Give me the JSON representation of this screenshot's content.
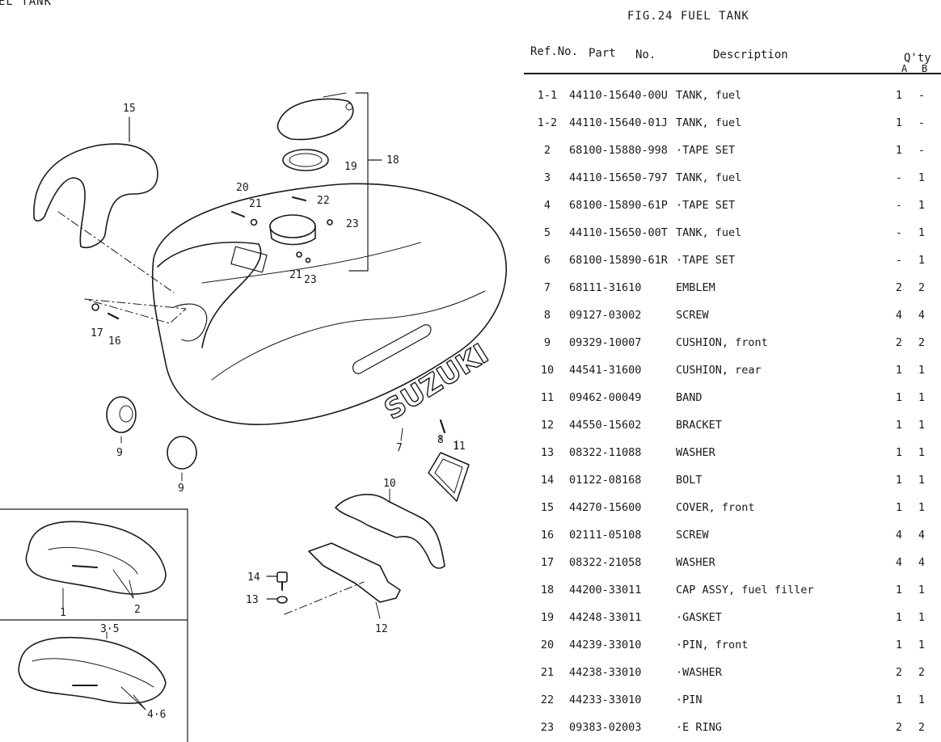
{
  "header": {
    "page_title_fragment": "EL TANK",
    "figure_title": "FIG.24  FUEL TANK"
  },
  "table": {
    "columns": {
      "ref": "Ref.No.",
      "part": "Part",
      "no": "No.",
      "description": "Description",
      "qty": "Q'ty",
      "qty_a": "A",
      "qty_b": "B"
    },
    "rows": [
      {
        "ref": "1-1",
        "part": "44110-15640-00U",
        "desc": "TANK, fuel",
        "a": "1",
        "b": "-"
      },
      {
        "ref": "1-2",
        "part": "44110-15640-01J",
        "desc": "TANK, fuel",
        "a": "1",
        "b": "-"
      },
      {
        "ref": "2",
        "part": "68100-15880-998",
        "desc": "·TAPE SET",
        "a": "1",
        "b": "-"
      },
      {
        "ref": "3",
        "part": "44110-15650-797",
        "desc": "TANK, fuel",
        "a": "-",
        "b": "1"
      },
      {
        "ref": "4",
        "part": "68100-15890-61P",
        "desc": "·TAPE SET",
        "a": "-",
        "b": "1"
      },
      {
        "ref": "5",
        "part": "44110-15650-00T",
        "desc": "TANK, fuel",
        "a": "-",
        "b": "1"
      },
      {
        "ref": "6",
        "part": "68100-15890-61R",
        "desc": "·TAPE SET",
        "a": "-",
        "b": "1"
      },
      {
        "ref": "7",
        "part": "68111-31610",
        "desc": "EMBLEM",
        "a": "2",
        "b": "2"
      },
      {
        "ref": "8",
        "part": "09127-03002",
        "desc": "SCREW",
        "a": "4",
        "b": "4"
      },
      {
        "ref": "9",
        "part": "09329-10007",
        "desc": "CUSHION, front",
        "a": "2",
        "b": "2"
      },
      {
        "ref": "10",
        "part": "44541-31600",
        "desc": "CUSHION, rear",
        "a": "1",
        "b": "1"
      },
      {
        "ref": "11",
        "part": "09462-00049",
        "desc": "BAND",
        "a": "1",
        "b": "1"
      },
      {
        "ref": "12",
        "part": "44550-15602",
        "desc": "BRACKET",
        "a": "1",
        "b": "1"
      },
      {
        "ref": "13",
        "part": "08322-11088",
        "desc": "WASHER",
        "a": "1",
        "b": "1"
      },
      {
        "ref": "14",
        "part": "01122-08168",
        "desc": "BOLT",
        "a": "1",
        "b": "1"
      },
      {
        "ref": "15",
        "part": "44270-15600",
        "desc": "COVER, front",
        "a": "1",
        "b": "1"
      },
      {
        "ref": "16",
        "part": "02111-05108",
        "desc": "SCREW",
        "a": "4",
        "b": "4"
      },
      {
        "ref": "17",
        "part": "08322-21058",
        "desc": "WASHER",
        "a": "4",
        "b": "4"
      },
      {
        "ref": "18",
        "part": "44200-33011",
        "desc": "CAP ASSY, fuel filler",
        "a": "1",
        "b": "1"
      },
      {
        "ref": "19",
        "part": "44248-33011",
        "desc": "·GASKET",
        "a": "1",
        "b": "1"
      },
      {
        "ref": "20",
        "part": "44239-33010",
        "desc": "·PIN, front",
        "a": "1",
        "b": "1"
      },
      {
        "ref": "21",
        "part": "44238-33010",
        "desc": "·WASHER",
        "a": "2",
        "b": "2"
      },
      {
        "ref": "22",
        "part": "44233-33010",
        "desc": "·PIN",
        "a": "1",
        "b": "1"
      },
      {
        "ref": "23",
        "part": "09383-02003",
        "desc": "·E RING",
        "a": "2",
        "b": "2"
      }
    ]
  },
  "diagram": {
    "callouts": [
      "15",
      "20",
      "21",
      "22",
      "23",
      "19",
      "18",
      "21",
      "23",
      "17",
      "16",
      "9",
      "9",
      "7",
      "8",
      "11",
      "10",
      "14",
      "13",
      "12",
      "1",
      "2",
      "3·5",
      "4·6"
    ],
    "emblem_text": "SUZUKI"
  }
}
